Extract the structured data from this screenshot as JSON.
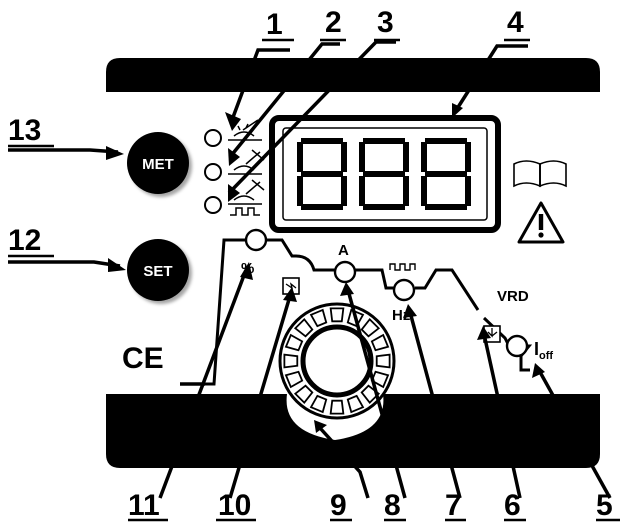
{
  "callouts": [
    "1",
    "2",
    "3",
    "4",
    "5",
    "6",
    "7",
    "8",
    "9",
    "10",
    "11",
    "12",
    "13"
  ],
  "buttons": {
    "met": "MET",
    "set": "SET"
  },
  "labels": {
    "percent": "%",
    "amps": "A",
    "hz": "Hz",
    "vrd": "VRD",
    "ioff_main": "I",
    "ioff_sub": "off",
    "ce": "CE"
  },
  "display": {
    "digits": "888"
  },
  "icons": [
    "book-icon",
    "warning-icon",
    "arc-welding-icon",
    "tig-welding-icon",
    "pulse-tig-icon",
    "pulse-wave-icon",
    "hot-start-icon",
    "arc-force-icon"
  ],
  "colors": {
    "panel": "#000000",
    "face": "#ffffff",
    "ink": "#000000"
  }
}
